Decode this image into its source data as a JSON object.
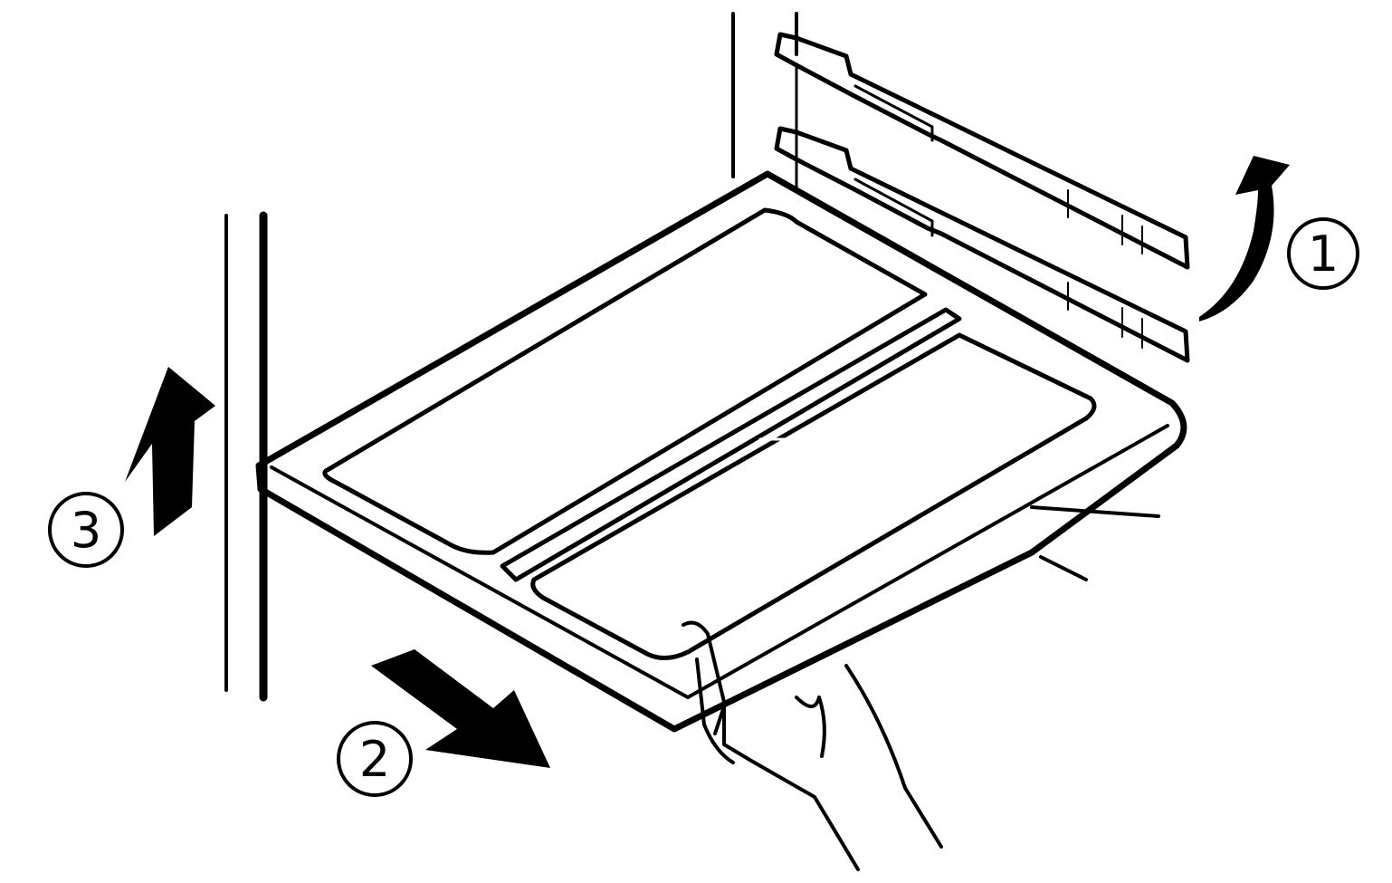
{
  "diagram": {
    "steps": [
      {
        "number": "1",
        "action": "lift-rear-of-shelf",
        "icon": "curved-up-arrow"
      },
      {
        "number": "2",
        "action": "pull-shelf-forward",
        "icon": "diagonal-down-arrow"
      },
      {
        "number": "3",
        "action": "lift-and-remove-shelf",
        "icon": "up-arrow"
      }
    ],
    "colors": {
      "ink": "#000000",
      "background": "#ffffff",
      "glass": "#c8c8c8"
    }
  }
}
